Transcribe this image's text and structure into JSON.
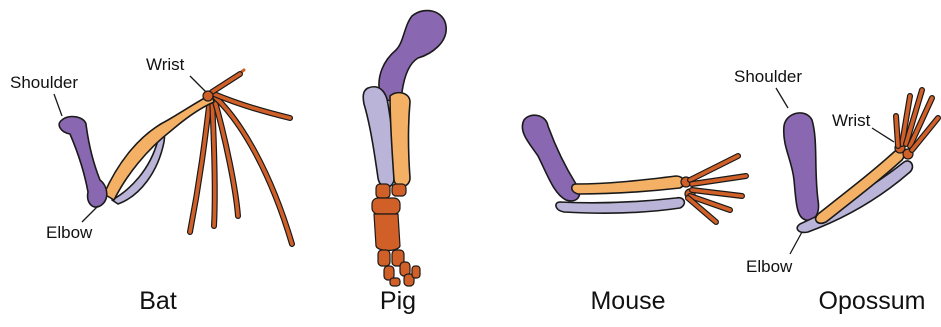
{
  "colors": {
    "humerus": "#8a68b1",
    "radius": "#f4b166",
    "ulna": "#b9b4d8",
    "hand": "#d06028",
    "outline": "#1a1a1a"
  },
  "animals": {
    "bat": {
      "name": "Bat",
      "labels": {
        "shoulder": "Shoulder",
        "wrist": "Wrist",
        "elbow": "Elbow"
      }
    },
    "pig": {
      "name": "Pig"
    },
    "mouse": {
      "name": "Mouse"
    },
    "opossum": {
      "name": "Opossum",
      "labels": {
        "shoulder": "Shoulder",
        "wrist": "Wrist",
        "elbow": "Elbow"
      }
    }
  }
}
